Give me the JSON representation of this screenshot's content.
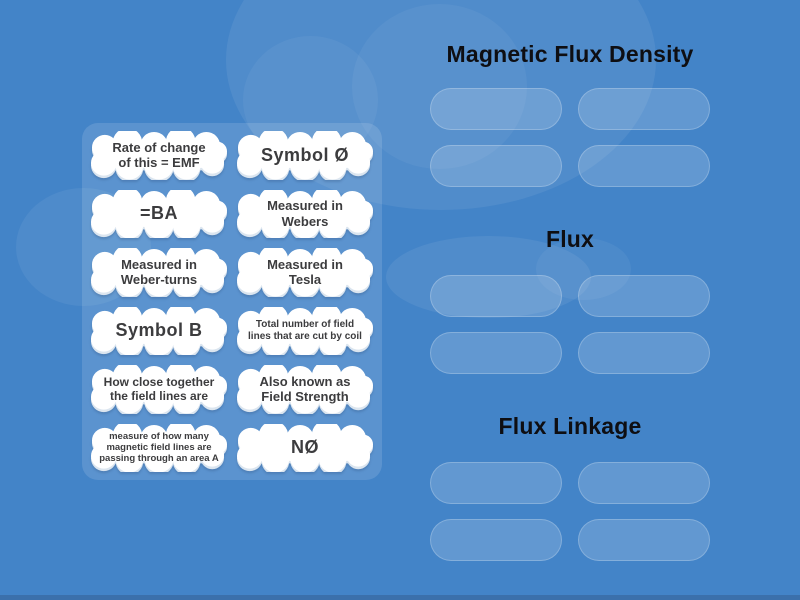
{
  "colors": {
    "sky": "#4384c8",
    "panel_tint": "rgba(255,255,255,0.13)",
    "slot_fill": "rgba(255,255,255,0.17)",
    "header_text": "#0e0e12",
    "tile_text": "#3c3c3e",
    "bottom_edge": "#3b70ab"
  },
  "tiles": [
    {
      "label": "Rate of change of this = EMF"
    },
    {
      "label": "Symbol Ø"
    },
    {
      "label": "=BA"
    },
    {
      "label": "Measured in Webers"
    },
    {
      "label": "Measured in Weber-turns"
    },
    {
      "label": "Measured in Tesla"
    },
    {
      "label": "Symbol B"
    },
    {
      "label": "Total number of field lines that are cut by coil"
    },
    {
      "label": "How close together the field lines are"
    },
    {
      "label": "Also known as Field Strength"
    },
    {
      "label": "measure of how many magnetic field lines are passing through an area A"
    },
    {
      "label": "NØ"
    }
  ],
  "groups": [
    {
      "title": "Magnetic Flux Density",
      "slot_count": 4
    },
    {
      "title": "Flux",
      "slot_count": 4
    },
    {
      "title": "Flux Linkage",
      "slot_count": 4
    }
  ]
}
